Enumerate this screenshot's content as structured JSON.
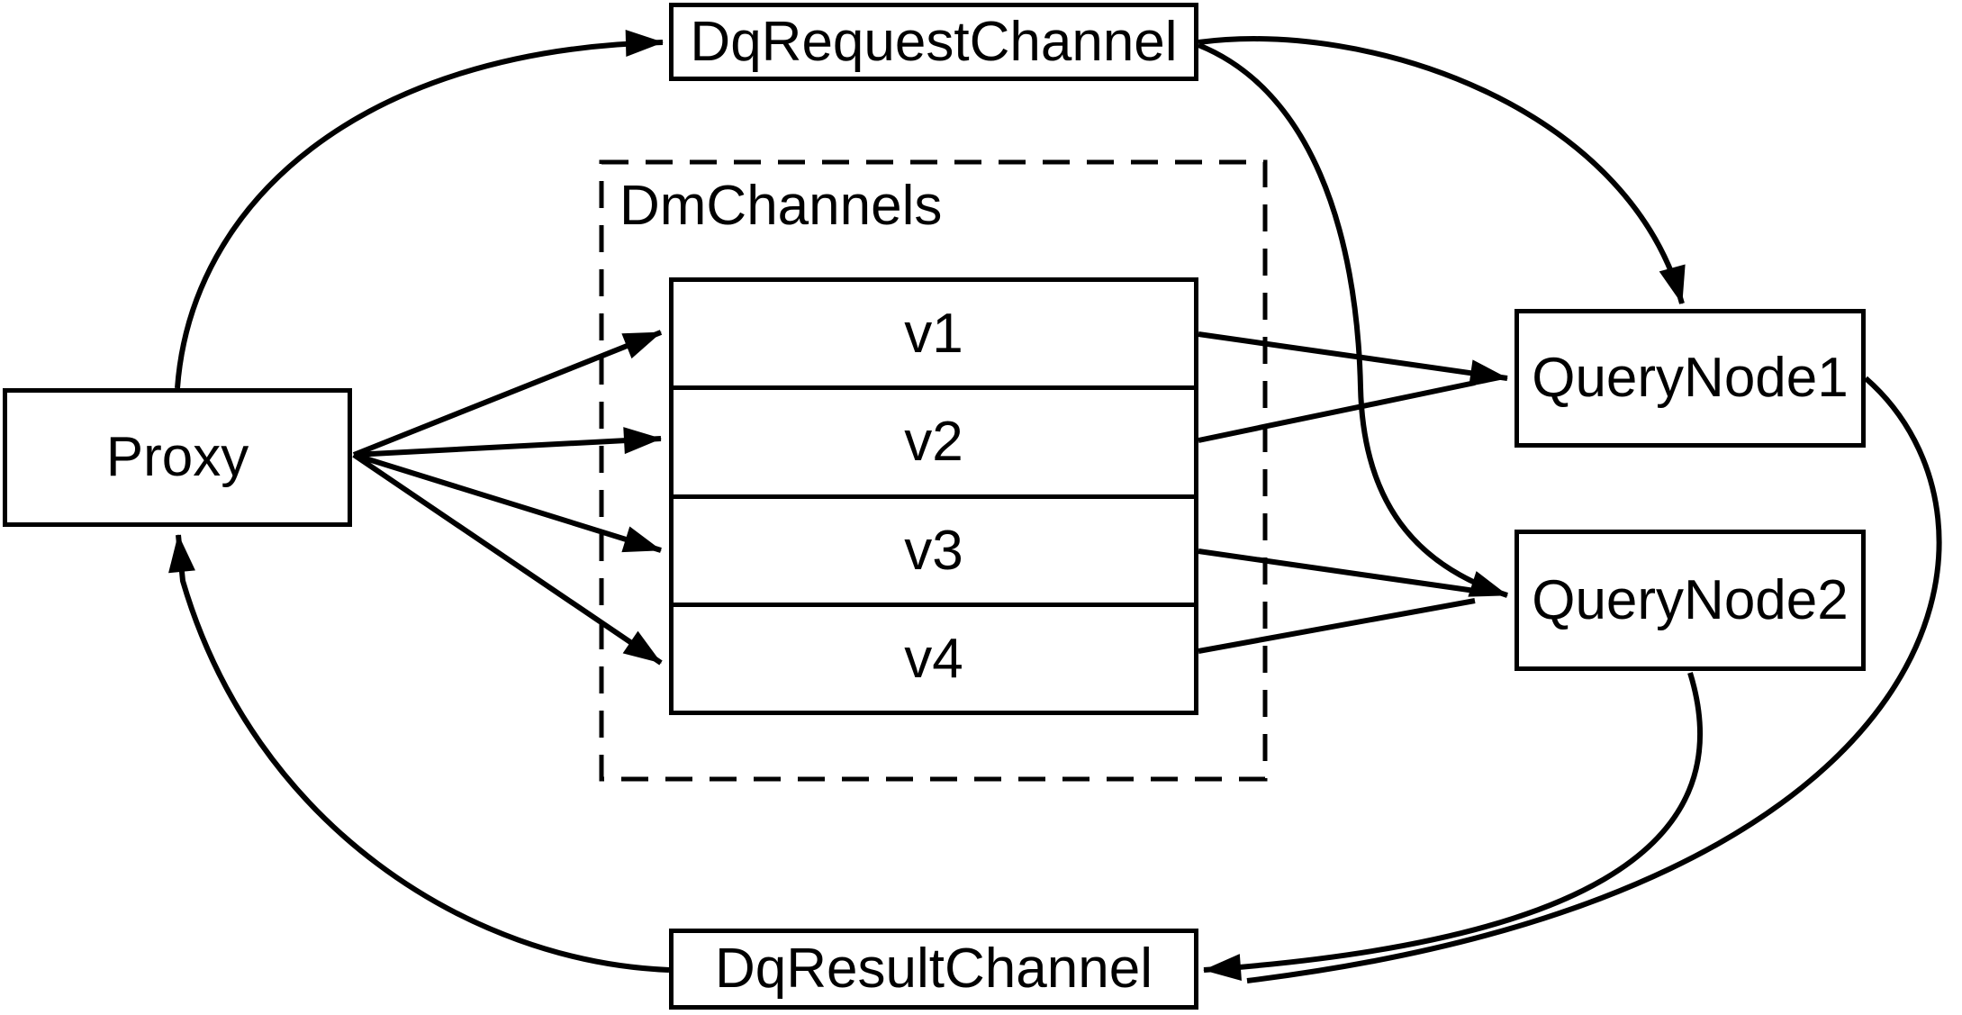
{
  "diagram": {
    "background_color": "#ffffff",
    "stroke_color": "#000000",
    "nodes": {
      "proxy": {
        "label": "Proxy"
      },
      "dq_request_channel": {
        "label": "DqRequestChannel"
      },
      "dm_channels": {
        "label": "DmChannels",
        "channels": [
          "v1",
          "v2",
          "v3",
          "v4"
        ]
      },
      "query_node_1": {
        "label": "QueryNode1"
      },
      "query_node_2": {
        "label": "QueryNode2"
      },
      "dq_result_channel": {
        "label": "DqResultChannel"
      }
    },
    "edges": [
      {
        "from": "Proxy",
        "to": "DqRequestChannel"
      },
      {
        "from": "DqRequestChannel",
        "to": "QueryNode1"
      },
      {
        "from": "DqRequestChannel",
        "to": "QueryNode2"
      },
      {
        "from": "Proxy",
        "to": "v1"
      },
      {
        "from": "Proxy",
        "to": "v2"
      },
      {
        "from": "Proxy",
        "to": "v3"
      },
      {
        "from": "Proxy",
        "to": "v4"
      },
      {
        "from": "v1",
        "to": "QueryNode1"
      },
      {
        "from": "v2",
        "to": "QueryNode1"
      },
      {
        "from": "v3",
        "to": "QueryNode2"
      },
      {
        "from": "v4",
        "to": "QueryNode2"
      },
      {
        "from": "QueryNode1",
        "to": "DqResultChannel"
      },
      {
        "from": "QueryNode2",
        "to": "DqResultChannel"
      },
      {
        "from": "DqResultChannel",
        "to": "Proxy"
      }
    ]
  }
}
